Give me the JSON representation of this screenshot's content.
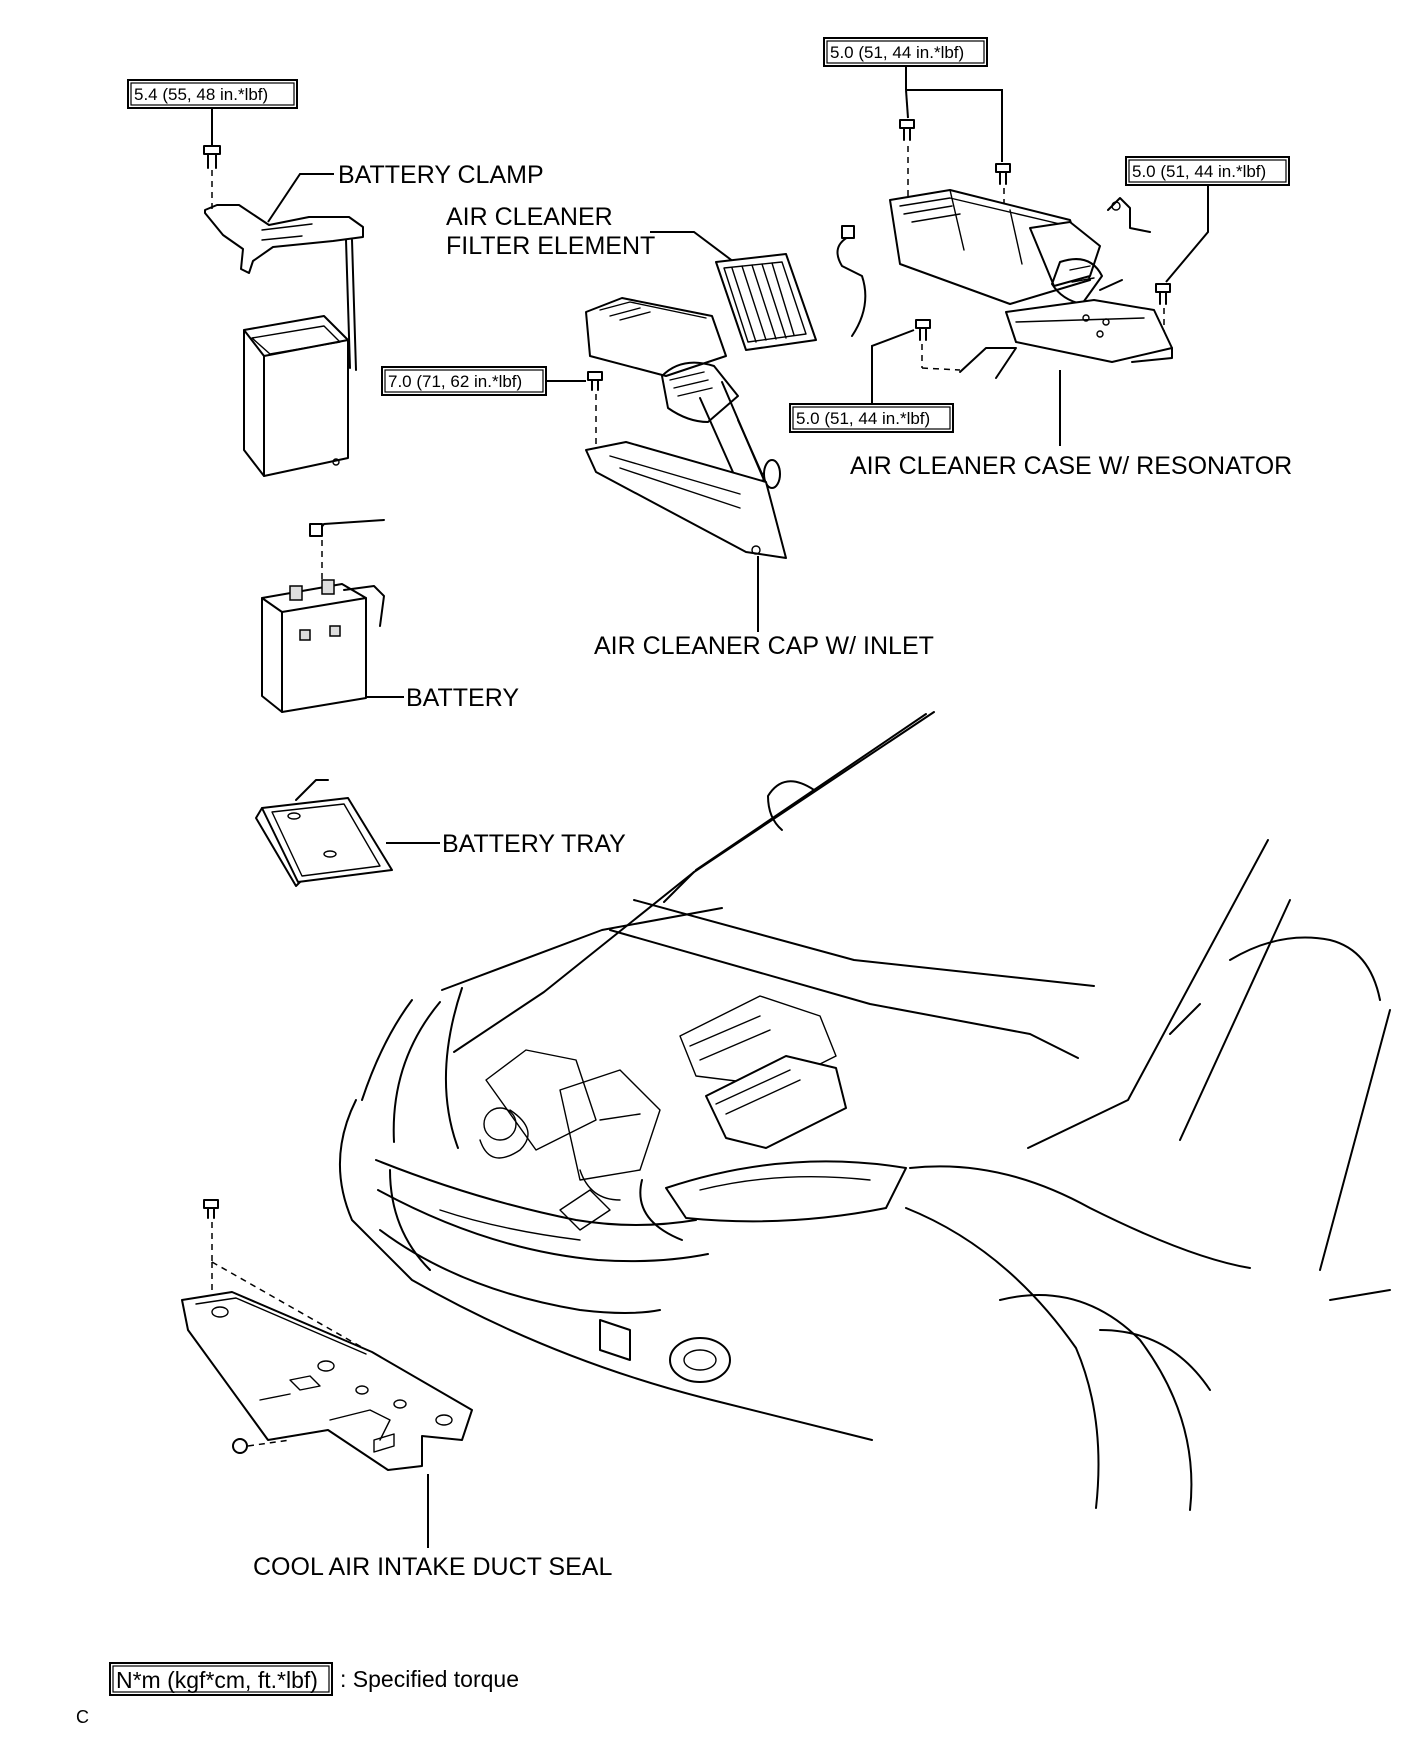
{
  "torque_specs": {
    "battery_clamp": "5.4 (55, 48 in.*lbf)",
    "case_top": "5.0 (51, 44 in.*lbf)",
    "case_right": "5.0 (51, 44 in.*lbf)",
    "case_bottom": "5.0 (51, 44 in.*lbf)",
    "cap_inlet": "7.0 (71, 62 in.*lbf)"
  },
  "labels": {
    "battery_clamp": "BATTERY CLAMP",
    "air_cleaner_filter_line1": "AIR CLEANER",
    "air_cleaner_filter_line2": "FILTER ELEMENT",
    "air_cleaner_case": "AIR CLEANER CASE W/ RESONATOR",
    "air_cleaner_cap": "AIR CLEANER CAP W/ INLET",
    "battery": "BATTERY",
    "battery_tray": "BATTERY TRAY",
    "cool_air_duct_seal": "COOL AIR INTAKE DUCT SEAL"
  },
  "legend": {
    "unit_box": "N*m (kgf*cm, ft.*lbf)",
    "description": ": Specified torque"
  },
  "page_mark": "C"
}
